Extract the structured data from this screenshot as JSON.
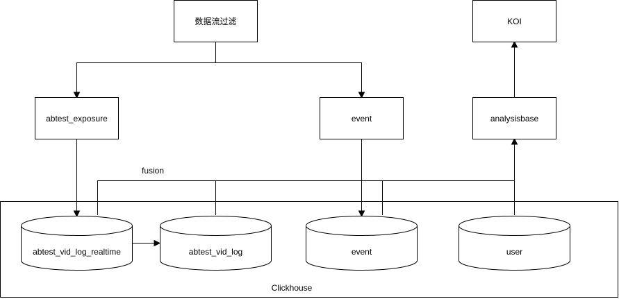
{
  "nodes": {
    "data_filter": "数据流过滤",
    "koi": "KOI",
    "abtest_exposure": "abtest_exposure",
    "event_process": "event",
    "analysisbase": "analysisbase"
  },
  "labels": {
    "fusion": "fusion",
    "clickhouse": "Clickhouse"
  },
  "databases": {
    "abtest_vid_log_realtime": "abtest_vid_log_realtime",
    "abtest_vid_log": "abtest_vid_log",
    "event_table": "event",
    "user_table": "user"
  }
}
